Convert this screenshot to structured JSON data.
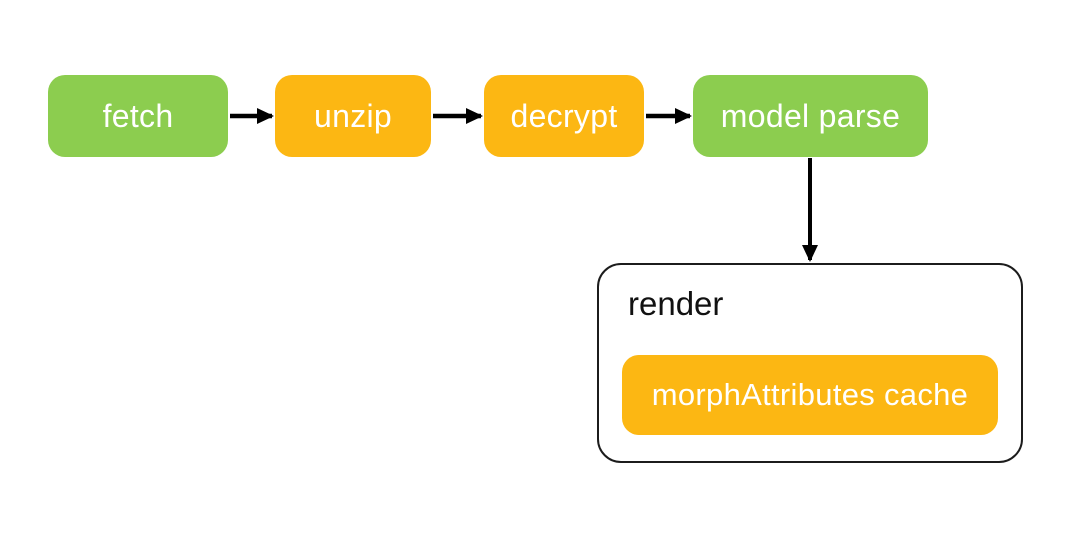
{
  "diagram": {
    "title": "model loading and render pipeline flowchart",
    "background_color": "#ffffff",
    "arrow_color": "#000000",
    "colors": {
      "green": "#8CCD4F",
      "orange": "#FCB713",
      "container_border": "#1c1c1c",
      "node_text": "#ffffff",
      "container_text": "#111111"
    },
    "nodes": {
      "fetch": {
        "label": "fetch",
        "color": "#8CCD4F"
      },
      "unzip": {
        "label": "unzip",
        "color": "#FCB713"
      },
      "decrypt": {
        "label": "decrypt",
        "color": "#FCB713"
      },
      "model_parse": {
        "label": "model parse",
        "color": "#8CCD4F"
      },
      "render_group": {
        "label": "render"
      },
      "morph_cache": {
        "label": "morphAttributes cache",
        "color": "#FCB713"
      }
    },
    "edges": [
      {
        "from": "fetch",
        "to": "unzip",
        "direction": "right"
      },
      {
        "from": "unzip",
        "to": "decrypt",
        "direction": "right"
      },
      {
        "from": "decrypt",
        "to": "model_parse",
        "direction": "right"
      },
      {
        "from": "model_parse",
        "to": "render_group",
        "direction": "down"
      }
    ]
  }
}
